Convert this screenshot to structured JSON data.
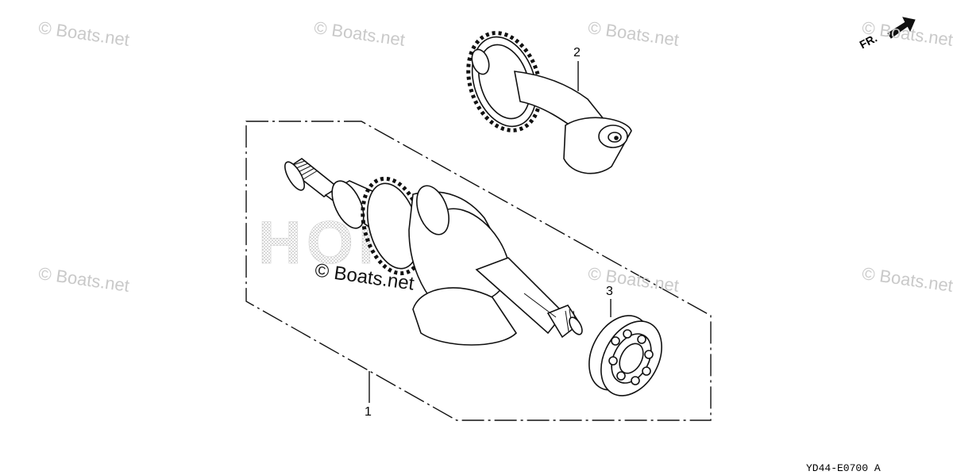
{
  "watermarks": {
    "text": "© Boats.net",
    "brand": "HONDA"
  },
  "callouts": {
    "part1": "1",
    "part2": "2",
    "part3": "3"
  },
  "direction": {
    "label": "FR."
  },
  "diagram_code": {
    "code": "YD44-E0700",
    "suffix": "A"
  },
  "parts": [
    {
      "ref": "1",
      "icon": "crankshaft-icon"
    },
    {
      "ref": "2",
      "icon": "balancer-shaft-icon"
    },
    {
      "ref": "3",
      "icon": "ball-bearing-icon"
    }
  ]
}
